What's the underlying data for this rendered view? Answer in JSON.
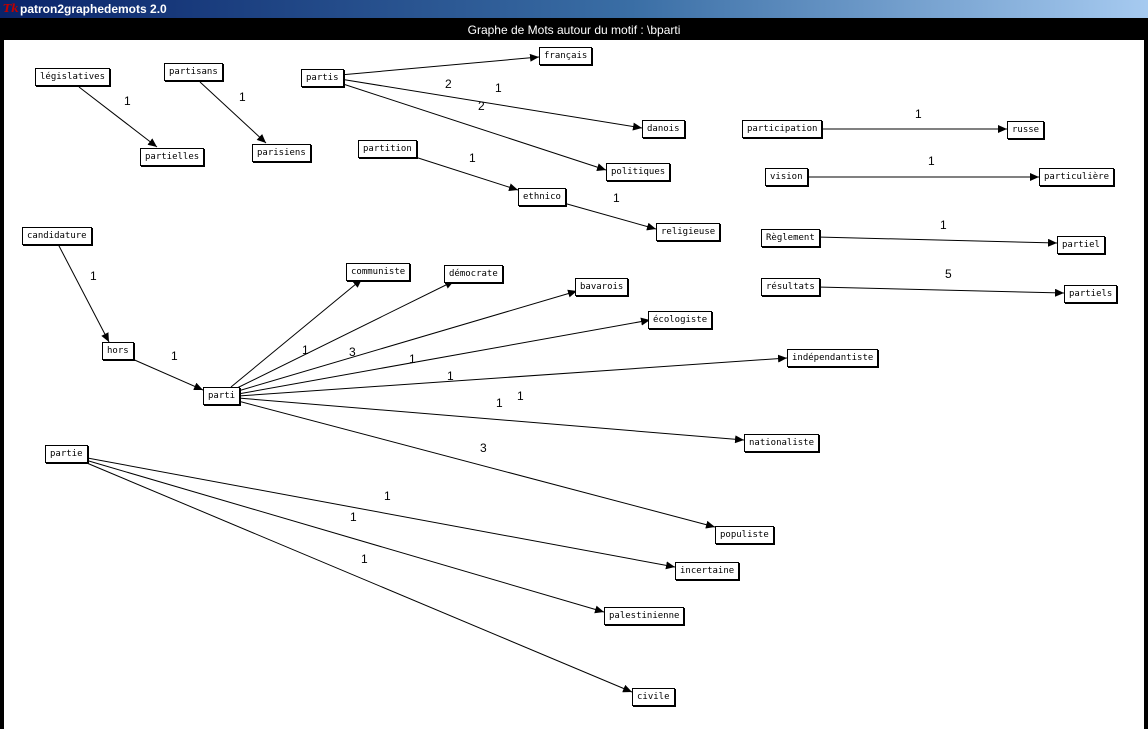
{
  "window": {
    "title": "patron2graphedemots 2.0",
    "icon": "tk-feather-icon",
    "icon_glyph": "Tk"
  },
  "header": {
    "title": "Graphe de Mots autour du motif : \\bparti"
  },
  "nodes": [
    {
      "id": "legislatives",
      "label": "législatives"
    },
    {
      "id": "partielles",
      "label": "partielles"
    },
    {
      "id": "partisans",
      "label": "partisans"
    },
    {
      "id": "parisiens",
      "label": "parisiens"
    },
    {
      "id": "partis",
      "label": "partis"
    },
    {
      "id": "francais",
      "label": "français"
    },
    {
      "id": "danois",
      "label": "danois"
    },
    {
      "id": "politiques",
      "label": "politiques"
    },
    {
      "id": "partition",
      "label": "partition"
    },
    {
      "id": "ethnico",
      "label": "ethnico"
    },
    {
      "id": "religieuse",
      "label": "religieuse"
    },
    {
      "id": "participation",
      "label": "participation"
    },
    {
      "id": "russe",
      "label": "russe"
    },
    {
      "id": "vision",
      "label": "vision"
    },
    {
      "id": "particuliere",
      "label": "particulière"
    },
    {
      "id": "reglement",
      "label": "Règlement"
    },
    {
      "id": "partiel",
      "label": "partiel"
    },
    {
      "id": "resultats",
      "label": "résultats"
    },
    {
      "id": "partiels",
      "label": "partiels"
    },
    {
      "id": "candidature",
      "label": "candidature"
    },
    {
      "id": "hors",
      "label": "hors"
    },
    {
      "id": "parti",
      "label": "parti"
    },
    {
      "id": "communiste",
      "label": "communiste"
    },
    {
      "id": "democrate",
      "label": "démocrate"
    },
    {
      "id": "bavarois",
      "label": "bavarois"
    },
    {
      "id": "ecologiste",
      "label": "écologiste"
    },
    {
      "id": "independantiste",
      "label": "indépendantiste"
    },
    {
      "id": "nationaliste",
      "label": "nationaliste"
    },
    {
      "id": "populiste",
      "label": "populiste"
    },
    {
      "id": "partie",
      "label": "partie"
    },
    {
      "id": "incertaine",
      "label": "incertaine"
    },
    {
      "id": "palestinienne",
      "label": "palestinienne"
    },
    {
      "id": "civile",
      "label": "civile"
    }
  ],
  "edges": [
    {
      "from": "legislatives",
      "to": "partielles",
      "weight": "1"
    },
    {
      "from": "partisans",
      "to": "parisiens",
      "weight": "1"
    },
    {
      "from": "partis",
      "to": "francais",
      "weight": "2"
    },
    {
      "from": "partis",
      "to": "danois",
      "weight": "1"
    },
    {
      "from": "partis",
      "to": "politiques",
      "weight": "2"
    },
    {
      "from": "partition",
      "to": "ethnico",
      "weight": "1"
    },
    {
      "from": "ethnico",
      "to": "religieuse",
      "weight": "1"
    },
    {
      "from": "participation",
      "to": "russe",
      "weight": "1"
    },
    {
      "from": "vision",
      "to": "particuliere",
      "weight": "1"
    },
    {
      "from": "reglement",
      "to": "partiel",
      "weight": "1"
    },
    {
      "from": "resultats",
      "to": "partiels",
      "weight": "5"
    },
    {
      "from": "candidature",
      "to": "hors",
      "weight": "1"
    },
    {
      "from": "hors",
      "to": "parti",
      "weight": "1"
    },
    {
      "from": "parti",
      "to": "communiste",
      "weight": "1"
    },
    {
      "from": "parti",
      "to": "democrate",
      "weight": "3"
    },
    {
      "from": "parti",
      "to": "bavarois",
      "weight": "1"
    },
    {
      "from": "parti",
      "to": "ecologiste",
      "weight": "1"
    },
    {
      "from": "parti",
      "to": "independantiste",
      "weight": "1"
    },
    {
      "from": "parti",
      "to": "nationaliste",
      "weight": "1"
    },
    {
      "from": "parti",
      "to": "populiste",
      "weight": "3"
    },
    {
      "from": "partie",
      "to": "incertaine",
      "weight": "1"
    },
    {
      "from": "partie",
      "to": "palestinienne",
      "weight": "1"
    },
    {
      "from": "partie",
      "to": "civile",
      "weight": "1"
    }
  ]
}
